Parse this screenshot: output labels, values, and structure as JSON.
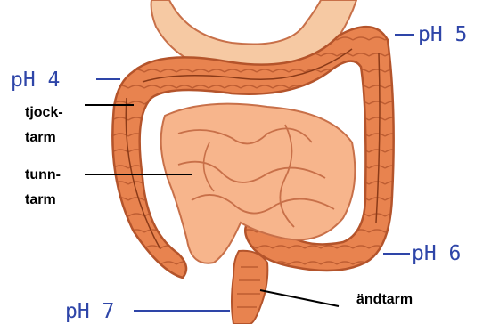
{
  "labels": {
    "ph_4": "pH 4",
    "ph_5": "pH 5",
    "ph_6": "pH 6",
    "ph_7": "pH 7",
    "tjock_line1": "tjock-",
    "tjock_line2": "tarm",
    "tunn_line1": "tunn-",
    "tunn_line2": "tarm",
    "andtarm": "ändtarm"
  },
  "colors": {
    "colon": "#e8834f",
    "colon_dark": "#b4542b",
    "small_intestine": "#f7b58c",
    "small_intestine_dark": "#c87049",
    "stomach": "#f6c9a3",
    "ph_text": "#2e45a8",
    "leader": "#000000"
  }
}
